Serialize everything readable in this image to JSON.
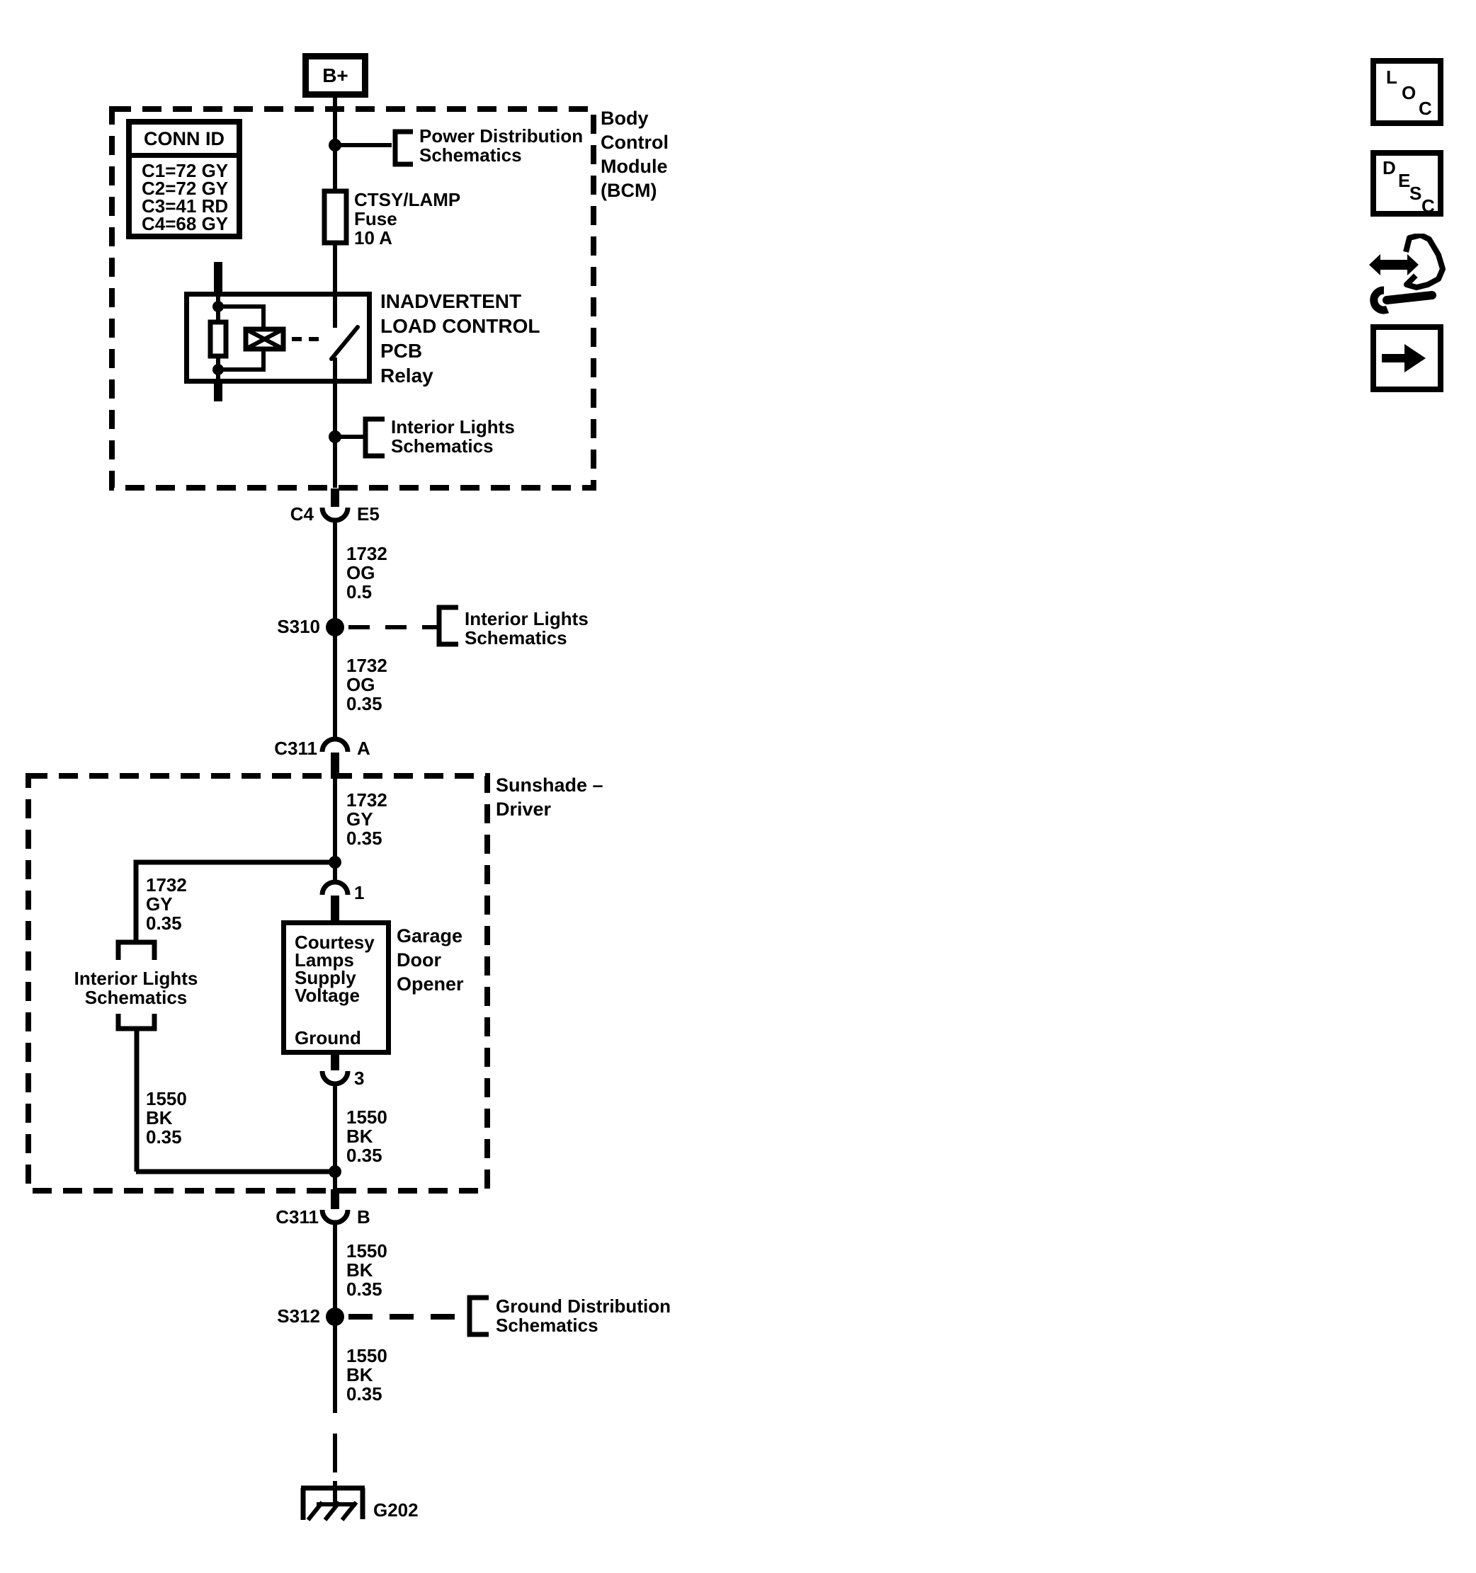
{
  "battery": {
    "label": "B+"
  },
  "bcm": {
    "name": "Body\nControl\nModule\n(BCM)",
    "conn_id": {
      "header": "CONN ID",
      "rows": "C1=72 GY\nC2=72 GY\nC3=41 RD\nC4=68 GY"
    },
    "power_ref": "Power Distribution\nSchematics",
    "fuse_label": "CTSY/LAMP\nFuse\n10 A",
    "relay_label": "INADVERTENT\nLOAD CONTROL\nPCB\nRelay",
    "interior_ref": "Interior Lights\nSchematics"
  },
  "connectors": {
    "c4": {
      "name": "C4",
      "pin": "E5"
    },
    "c311_a": {
      "name": "C311",
      "pin": "A"
    },
    "c311_b": {
      "name": "C311",
      "pin": "B"
    },
    "gdo_pin_supply": "1",
    "gdo_pin_ground": "3"
  },
  "splices": {
    "s310": "S310",
    "s312": "S312"
  },
  "refs": {
    "s310": "Interior Lights\nSchematics",
    "sunshade_interior": "Interior Lights\nSchematics",
    "s312": "Ground Distribution\nSchematics"
  },
  "wires": {
    "c4_s310": "1732\nOG\n0.5",
    "s310_c311": "1732\nOG\n0.35",
    "c311a_junction": "1732\nGY\n0.35",
    "junction_interior": "1732\nGY\n0.35",
    "interior_ground": "1550\nBK\n0.35",
    "gdo_ground": "1550\nBK\n0.35",
    "c311b_s312": "1550\nBK\n0.35",
    "s312_g202": "1550\nBK\n0.35"
  },
  "sunshade": {
    "name": "Sunshade –\nDriver"
  },
  "gdo": {
    "name": "Garage\nDoor\nOpener",
    "pins_label": "Courtesy\nLamps\nSupply\nVoltage",
    "ground_label": "Ground"
  },
  "ground": {
    "label": "G202"
  },
  "toolbar": {
    "loc": [
      "L",
      "O",
      "C"
    ],
    "desc": [
      "D",
      "E",
      "S",
      "C"
    ]
  },
  "colors": {
    "ink": "#000000",
    "paper": "#ffffff"
  }
}
